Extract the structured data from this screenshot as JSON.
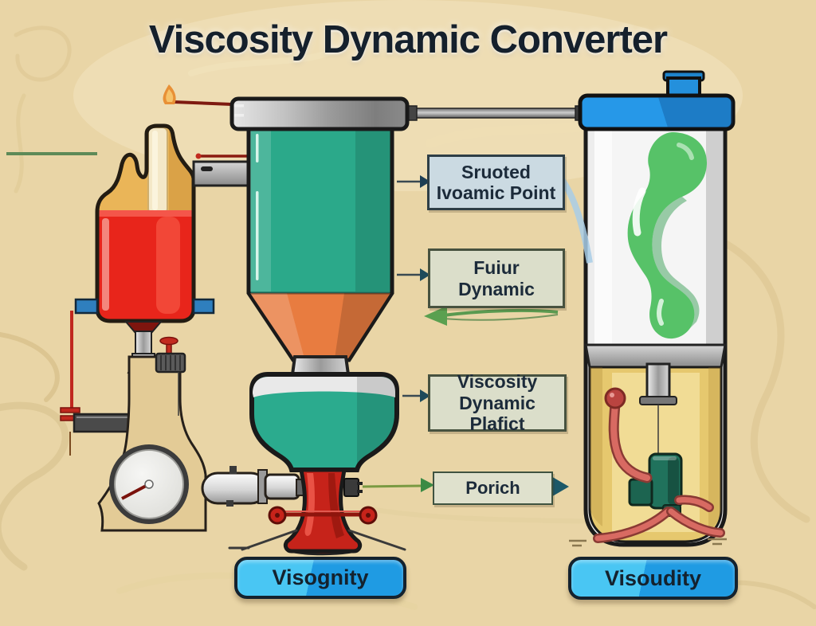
{
  "title": "Viscosity Dynamic Converter",
  "labels": [
    {
      "line1": "Sruoted",
      "line2": "Ivoamic Point"
    },
    {
      "line1": "Fuiur",
      "line2": "Dynamic"
    },
    {
      "line1": "Viscosity",
      "line2": "Dynamic Plafict"
    },
    {
      "line1": "Porich",
      "line2": ""
    }
  ],
  "buttons": [
    {
      "label": "Visognity"
    },
    {
      "label": "Visoudity"
    }
  ],
  "colors": {
    "background": "#e9d5a6",
    "title_text": "#15202c",
    "cylinder_teal": "#2ba98a",
    "funnel_orange": "#e87c40",
    "liquid_red": "#e8251b",
    "valve_red": "#c6231a",
    "button_blue": "#2fb3ec",
    "cap_blue": "#2698e8",
    "blob_green": "#57c268",
    "liquid_yellow": "#e6c86e",
    "label_blue_bg": "#cbdae2",
    "label_green_bg": "#dbdeca",
    "arrow_teal": "#1e4a5a",
    "arrow_green": "#4e9a4a"
  }
}
